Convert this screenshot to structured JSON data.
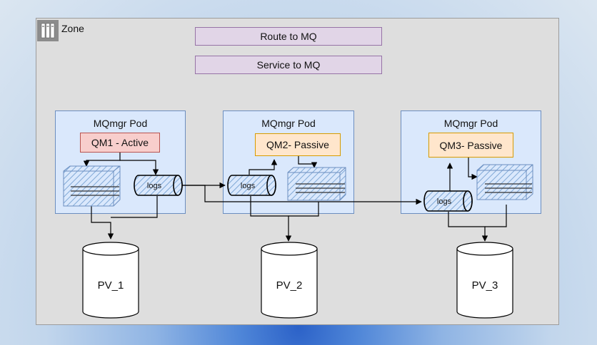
{
  "zone": {
    "label": "Zone",
    "icon": "server-rack-icon"
  },
  "routes": [
    "Route to MQ",
    "Service to MQ"
  ],
  "pods": [
    {
      "title": "MQmgr Pod",
      "qm": "QM1 - Active",
      "status": "active",
      "log_label": "logs",
      "pv": "PV_1"
    },
    {
      "title": "MQmgr Pod",
      "qm": "QM2- Passive",
      "status": "passive",
      "log_label": "logs",
      "pv": "PV_2"
    },
    {
      "title": "MQmgr Pod",
      "qm": "QM3- Passive",
      "status": "passive",
      "log_label": "logs",
      "pv": "PV_3"
    }
  ],
  "colors": {
    "zone_fill": "#dedede",
    "pod_fill": "#dae8fc",
    "pod_border": "#6c8ebf",
    "active_fill": "#f8cecc",
    "active_border": "#b85450",
    "passive_fill": "#ffe6cc",
    "passive_border": "#d79b00",
    "route_fill": "#e1d5e7",
    "route_border": "#9673a6",
    "hatch": "#7fa8d6"
  }
}
